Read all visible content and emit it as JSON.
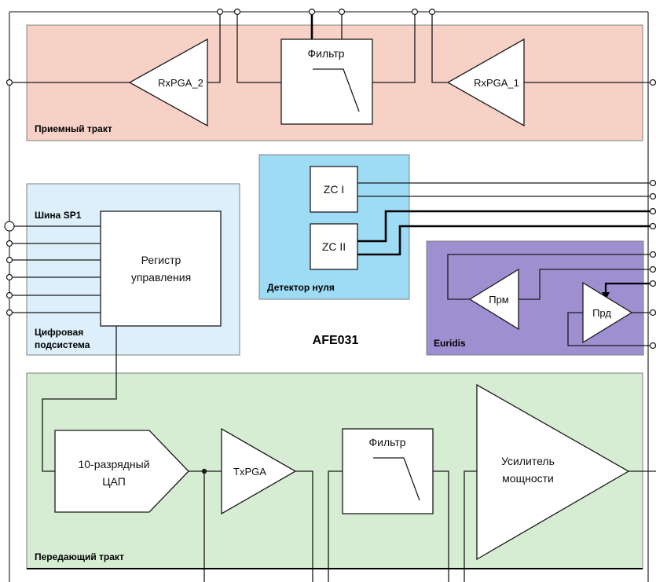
{
  "chip_name": "AFE031",
  "sections": {
    "receive": {
      "label": "Приемный тракт"
    },
    "zero_detector": {
      "label": "Детектор нуля"
    },
    "digital": {
      "label_line1": "Цифровая",
      "label_line2": "подсистема",
      "bus_label": "Шина SP1"
    },
    "euridis": {
      "label": "Euridis"
    },
    "transmit": {
      "label": "Передающий тракт"
    }
  },
  "blocks": {
    "rx_filter": "Фильтр",
    "rxpga1": "RxPGA_1",
    "rxpga2": "RxPGA_2",
    "zc1": "ZC I",
    "zc2": "ZC II",
    "register_line1": "Регистр",
    "register_line2": "управления",
    "prm": "Прм",
    "prd": "Прд",
    "dac_line1": "10-разрядный",
    "dac_line2": "ЦАП",
    "txpga": "TxPGA",
    "tx_filter": "Фильтр",
    "pa_line1": "Усилитель",
    "pa_line2": "мощности"
  },
  "colors": {
    "receive_bg": "#f7d1c6",
    "zero_detector_bg": "#9edcf5",
    "digital_bg": "#dceffa",
    "euridis_bg": "#9d8fd0",
    "transmit_bg": "#d6edd3",
    "line": "#1a1a1a"
  }
}
